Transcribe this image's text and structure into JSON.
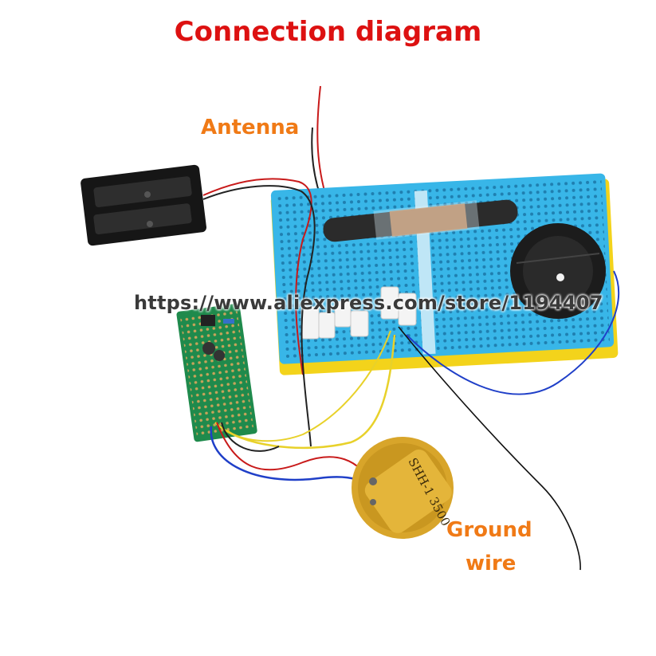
{
  "title": "Connection diagram",
  "labels": {
    "antenna": "Antenna",
    "ground_line1": "Ground",
    "ground_line2": "wire"
  },
  "watermark": "https://www.aliexpress.com/store/1194407",
  "earphone_marking": "SHH-1 3500",
  "colors": {
    "title": "#dd1111",
    "label": "#f07a16",
    "board": "#38b6e8",
    "pcb": "#1f8a4c",
    "earphone": "#d8a52a"
  }
}
